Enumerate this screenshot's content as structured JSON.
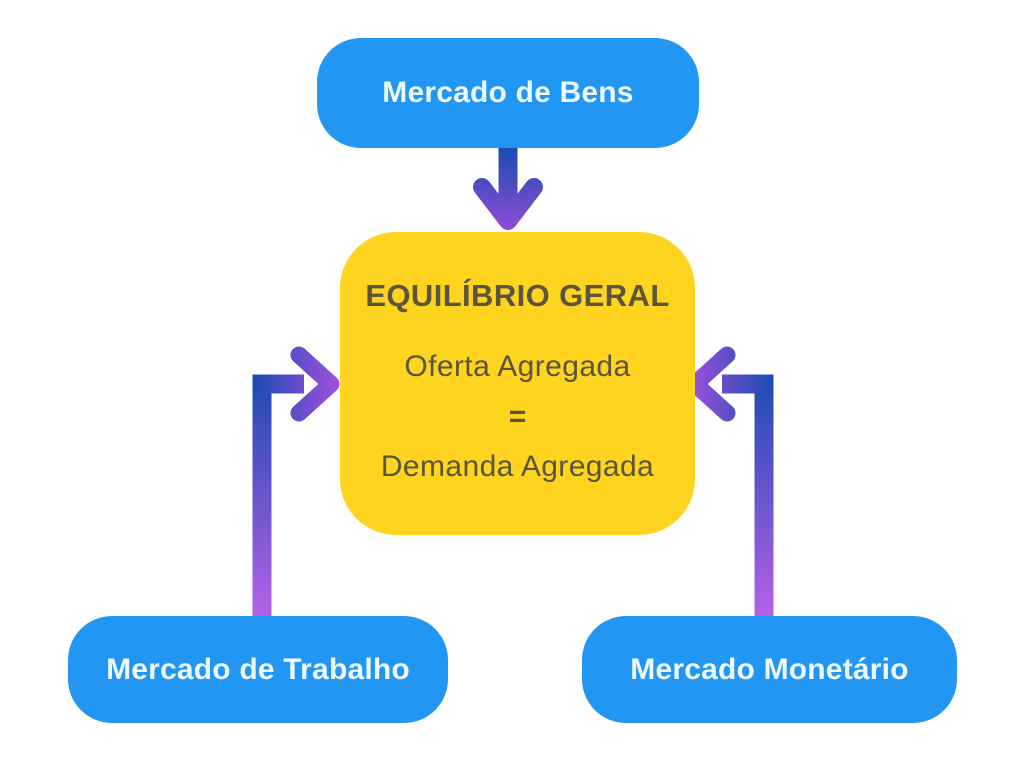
{
  "diagram": {
    "background_color": "#FFFFFF",
    "nodes": {
      "top": {
        "label": "Mercado de Bens",
        "fill": "#2196F3",
        "text_color": "#EDF8FF"
      },
      "center": {
        "title": "EQUILÍBRIO GERAL",
        "line1": "Oferta Agregada",
        "equals": "=",
        "line2": "Demanda Agregada",
        "fill": "#FFD41F",
        "text_color": "#5A553C"
      },
      "bottom_left": {
        "label": "Mercado de Trabalho",
        "fill": "#2196F3",
        "text_color": "#EDF8FF"
      },
      "bottom_right": {
        "label": "Mercado Monetário",
        "fill": "#2196F3",
        "text_color": "#EDF8FF"
      }
    },
    "arrows": {
      "gradient_blue": "#1D4BB3",
      "gradient_purple_tip": "#8F4CD6",
      "gradient_purple_side_tip": "#9B50DC",
      "gradient_purple_tail": "#B761E8",
      "connections": [
        {
          "from": "Mercado de Bens",
          "to": "Equilíbrio Geral",
          "direction": "down"
        },
        {
          "from": "Mercado de Trabalho",
          "to": "Equilíbrio Geral",
          "direction": "up-right"
        },
        {
          "from": "Mercado Monetário",
          "to": "Equilíbrio Geral",
          "direction": "up-left"
        }
      ]
    }
  }
}
